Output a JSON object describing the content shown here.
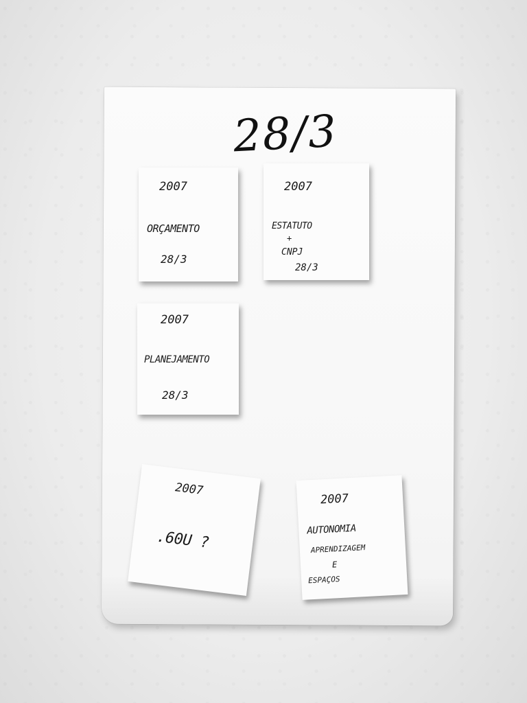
{
  "board": {
    "date": "28/3"
  },
  "notes": [
    {
      "year": "2007",
      "title": "ORÇAMENTO",
      "date": "28/3"
    },
    {
      "year": "2007",
      "line1": "ESTATUTO",
      "line2": "+",
      "line3": "CNPJ",
      "date": "28/3"
    },
    {
      "year": "2007",
      "title": "PLANEJAMENTO",
      "date": "28/3"
    },
    {
      "year": "2007",
      "title": ".60U ?"
    },
    {
      "year": "2007",
      "line1": "AUTONOMIA",
      "line2": "APRENDIZAGEM",
      "line3": "E",
      "line4": "ESPAÇOS"
    }
  ]
}
